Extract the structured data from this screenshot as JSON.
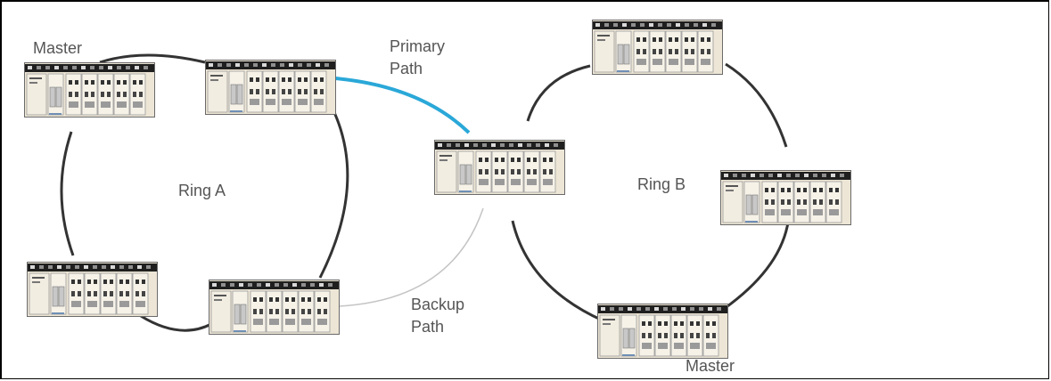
{
  "labels": {
    "master_a": "Master",
    "ring_a": "Ring A",
    "primary_path_line1": "Primary",
    "primary_path_line2": "Path",
    "backup_path_line1": "Backup",
    "backup_path_line2": "Path",
    "ring_b": "Ring B",
    "master_b": "Master"
  },
  "colors": {
    "ring_link": "#333333",
    "primary_path": "#2aa8d8",
    "backup_path": "#c4c4c4",
    "device_body": "#ede6d6",
    "device_top": "#1f1f1f"
  },
  "devices": [
    {
      "id": "ring-a-master"
    },
    {
      "id": "ring-a-top-right"
    },
    {
      "id": "ring-a-bottom-left"
    },
    {
      "id": "ring-a-bottom-right"
    },
    {
      "id": "coupling-switch"
    },
    {
      "id": "ring-b-top"
    },
    {
      "id": "ring-b-right"
    },
    {
      "id": "ring-b-master"
    }
  ]
}
